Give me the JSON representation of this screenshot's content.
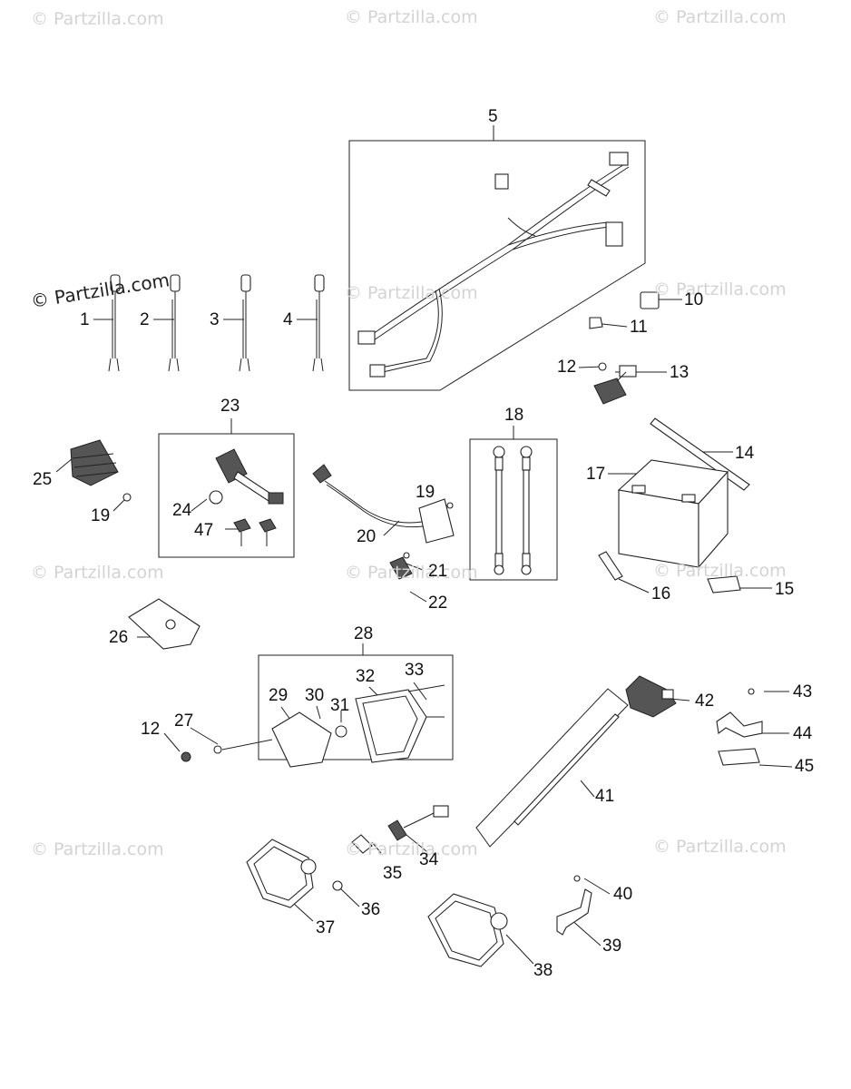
{
  "watermark": "© Partzilla.com",
  "copyright": "© Partzilla.com",
  "callouts": [
    "1",
    "2",
    "3",
    "4",
    "5",
    "10",
    "11",
    "12",
    "13",
    "19",
    "23",
    "18",
    "14",
    "17",
    "25",
    "24",
    "47",
    "20",
    "21",
    "22",
    "16",
    "15",
    "26",
    "28",
    "33",
    "32",
    "29",
    "30",
    "31",
    "27",
    "12",
    "42",
    "43",
    "44",
    "45",
    "41",
    "35",
    "34",
    "36",
    "37",
    "40",
    "39",
    "38"
  ]
}
